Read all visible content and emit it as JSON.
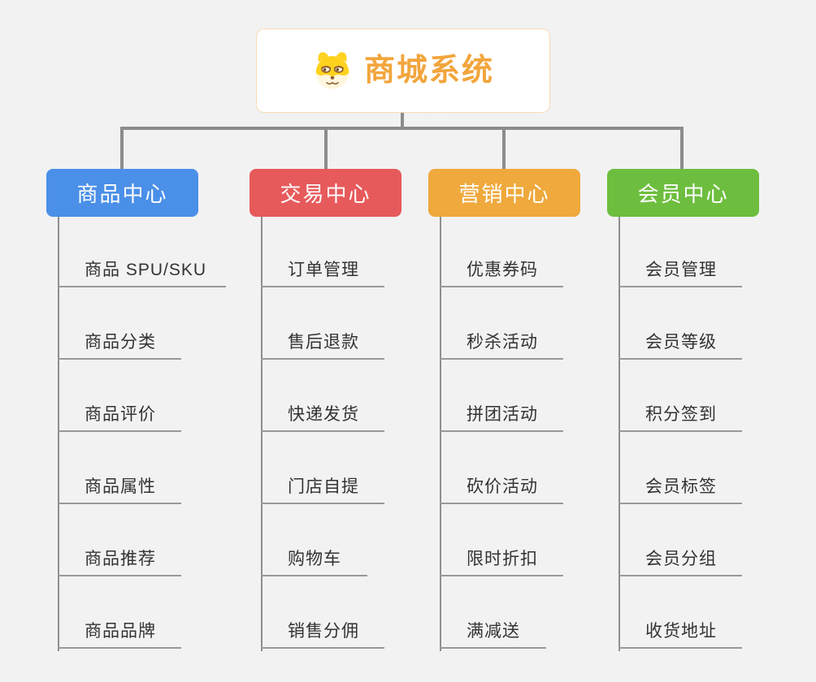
{
  "root": {
    "title": "商城系统",
    "title_color": "#F2A53C",
    "border_color": "#F0B464",
    "icon": "dog-face-icon"
  },
  "connector_color": "#8C8C8C",
  "columns": [
    {
      "label": "商品中心",
      "color": "#4A8FE8",
      "items": [
        "商品 SPU/SKU",
        "商品分类",
        "商品评价",
        "商品属性",
        "商品推荐",
        "商品品牌"
      ]
    },
    {
      "label": "交易中心",
      "color": "#E75A5B",
      "items": [
        "订单管理",
        "售后退款",
        "快递发货",
        "门店自提",
        "购物车",
        "销售分佣"
      ]
    },
    {
      "label": "营销中心",
      "color": "#EFA93C",
      "items": [
        "优惠券码",
        "秒杀活动",
        "拼团活动",
        "砍价活动",
        "限时折扣",
        "满减送"
      ]
    },
    {
      "label": "会员中心",
      "color": "#6DBE3E",
      "items": [
        "会员管理",
        "会员等级",
        "积分签到",
        "会员标签",
        "会员分组",
        "收货地址"
      ]
    }
  ]
}
